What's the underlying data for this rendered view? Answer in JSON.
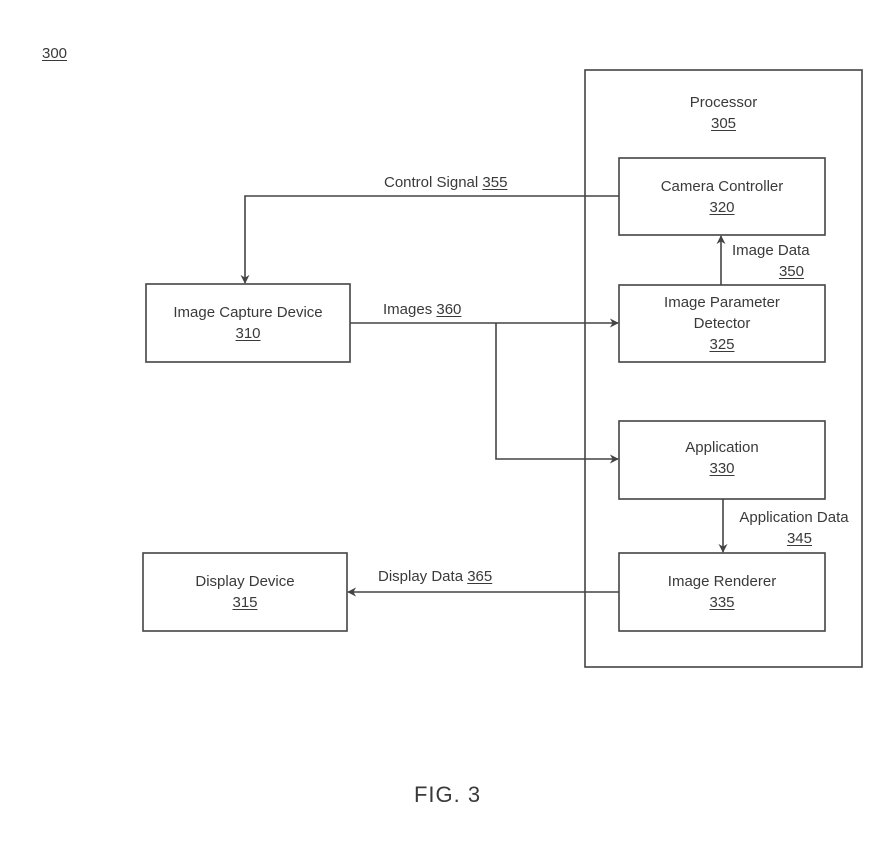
{
  "figure": {
    "reference": "300",
    "caption": "FIG. 3"
  },
  "blocks": {
    "processor": {
      "name": "Processor",
      "ref": "305"
    },
    "camera_controller": {
      "name": "Camera Controller",
      "ref": "320"
    },
    "image_parameter_detector": {
      "name_line1": "Image Parameter",
      "name_line2": "Detector",
      "ref": "325"
    },
    "application": {
      "name": "Application",
      "ref": "330"
    },
    "image_renderer": {
      "name": "Image Renderer",
      "ref": "335"
    },
    "image_capture_device": {
      "name": "Image Capture Device",
      "ref": "310"
    },
    "display_device": {
      "name": "Display Device",
      "ref": "315"
    }
  },
  "connections": {
    "control_signal": {
      "label": "Control Signal",
      "ref": "355",
      "from": "camera_controller",
      "to": "image_capture_device"
    },
    "images": {
      "label": "Images",
      "ref": "360",
      "from": "image_capture_device",
      "to": [
        "image_parameter_detector",
        "application"
      ]
    },
    "image_data": {
      "label": "Image Data",
      "ref": "350",
      "from": "image_parameter_detector",
      "to": "camera_controller"
    },
    "application_data": {
      "label": "Application Data",
      "ref": "345",
      "from": "application",
      "to": "image_renderer"
    },
    "display_data": {
      "label": "Display Data",
      "ref": "365",
      "from": "image_renderer",
      "to": "display_device"
    }
  },
  "colors": {
    "line": "#444444",
    "text": "#3a3a3a",
    "background": "#ffffff"
  }
}
